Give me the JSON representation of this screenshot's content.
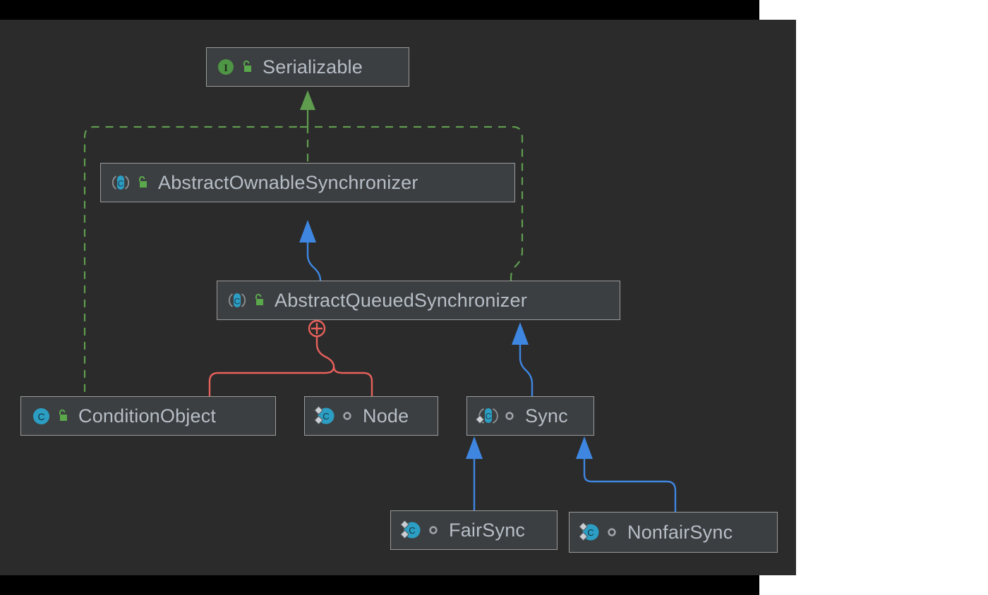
{
  "diagram": {
    "kind": "uml-class-diagram",
    "background_color": "#2b2b2b",
    "node_fill_color": "#3c3f41",
    "node_border_color": "#9a9a9a",
    "label_color": "#b6bec7",
    "nodes": [
      {
        "id": "serializable",
        "label": "Serializable",
        "type": "interface",
        "type_icon": "interface-icon",
        "visibility_icon": "unlock-public-icon",
        "modifier_icon": null
      },
      {
        "id": "abstract-ownable-synchronizer",
        "label": "AbstractOwnableSynchronizer",
        "type": "abstract-class",
        "type_icon": "abstract-class-icon",
        "visibility_icon": "unlock-public-icon",
        "modifier_icon": null
      },
      {
        "id": "abstract-queued-synchronizer",
        "label": "AbstractQueuedSynchronizer",
        "type": "abstract-class",
        "type_icon": "abstract-class-icon",
        "visibility_icon": "unlock-public-icon",
        "modifier_icon": null
      },
      {
        "id": "condition-object",
        "label": "ConditionObject",
        "type": "class",
        "type_icon": "class-icon",
        "visibility_icon": "unlock-public-icon",
        "modifier_icon": null
      },
      {
        "id": "node",
        "label": "Node",
        "type": "final-class",
        "type_icon": "final-class-icon",
        "visibility_icon": "package-private-icon",
        "modifier_icon": "final-marker"
      },
      {
        "id": "sync",
        "label": "Sync",
        "type": "abstract-class",
        "type_icon": "abstract-final-class-icon",
        "visibility_icon": "package-private-icon",
        "modifier_icon": "final-marker"
      },
      {
        "id": "fairsync",
        "label": "FairSync",
        "type": "final-class",
        "type_icon": "final-class-icon",
        "visibility_icon": "package-private-icon",
        "modifier_icon": "final-marker"
      },
      {
        "id": "nonfairsync",
        "label": "NonfairSync",
        "type": "final-class",
        "type_icon": "final-class-icon",
        "visibility_icon": "package-private-icon",
        "modifier_icon": "final-marker"
      }
    ],
    "edges": [
      {
        "id": "aos-implements-serializable",
        "from": "abstract-ownable-synchronizer",
        "to": "serializable",
        "relation": "implements",
        "style": "dashed",
        "color": "#5f9c4e",
        "arrow": "closed-triangle"
      },
      {
        "id": "condition-implements-serializable",
        "from": "condition-object",
        "to": "serializable",
        "relation": "implements",
        "style": "dashed",
        "color": "#5f9c4e",
        "arrow": "closed-triangle"
      },
      {
        "id": "aqs-implements-serializable",
        "from": "abstract-queued-synchronizer",
        "to": "serializable",
        "relation": "implements",
        "style": "dashed",
        "color": "#5f9c4e",
        "arrow": "closed-triangle"
      },
      {
        "id": "aqs-extends-aos",
        "from": "abstract-queued-synchronizer",
        "to": "abstract-ownable-synchronizer",
        "relation": "extends",
        "style": "solid",
        "color": "#3e86e0",
        "arrow": "closed-triangle"
      },
      {
        "id": "sync-extends-aqs",
        "from": "sync",
        "to": "abstract-queued-synchronizer",
        "relation": "extends",
        "style": "solid",
        "color": "#3e86e0",
        "arrow": "closed-triangle"
      },
      {
        "id": "fairsync-extends-sync",
        "from": "fairsync",
        "to": "sync",
        "relation": "extends",
        "style": "solid",
        "color": "#3e86e0",
        "arrow": "closed-triangle"
      },
      {
        "id": "nonfairsync-extends-sync",
        "from": "nonfairsync",
        "to": "sync",
        "relation": "extends",
        "style": "solid",
        "color": "#3e86e0",
        "arrow": "closed-triangle"
      },
      {
        "id": "aqs-inner-condition",
        "from": "abstract-queued-synchronizer",
        "to": "condition-object",
        "relation": "inner-class",
        "style": "solid",
        "color": "#e8615c",
        "arrow": "plus-circle"
      },
      {
        "id": "aqs-inner-node",
        "from": "abstract-queued-synchronizer",
        "to": "node",
        "relation": "inner-class",
        "style": "solid",
        "color": "#e8615c",
        "arrow": "plus-circle"
      }
    ]
  },
  "colors": {
    "implements_green": "#5f9c4e",
    "extends_blue": "#3e86e0",
    "inner_red": "#e8615c",
    "class_teal": "#2c9ec4",
    "interface_green": "#4f9546",
    "unlock_green": "#5aa74c",
    "package_gray": "#9da3a8"
  }
}
